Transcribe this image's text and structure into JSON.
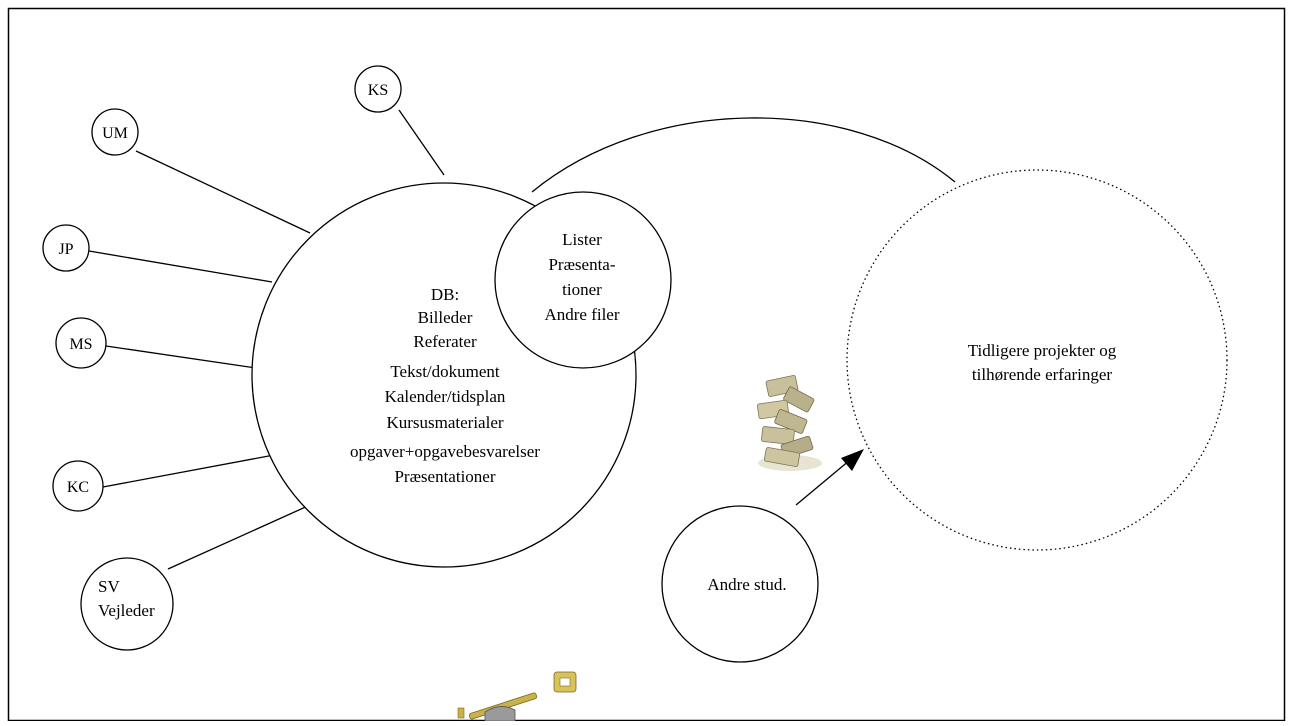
{
  "diagram": {
    "people": [
      "KS",
      "UM",
      "JP",
      "MS",
      "KC",
      "SV",
      "Vejleder"
    ],
    "db_lines": [
      "DB:",
      "Billeder",
      "Referater",
      "Tekst/dokument",
      "Kalender/tidsplan",
      "Kursusmaterialer",
      "opgaver+opgavebesvarelser",
      "Præsentationer"
    ],
    "lists_lines": [
      "Lister",
      "Præsenta-",
      "tioner",
      "Andre filer"
    ],
    "projects_lines": [
      "Tidligere projekter og",
      "tilhørende erfaringer"
    ],
    "other_students": "Andre stud.",
    "icons": [
      "money-stack-icon",
      "key-icon"
    ]
  }
}
